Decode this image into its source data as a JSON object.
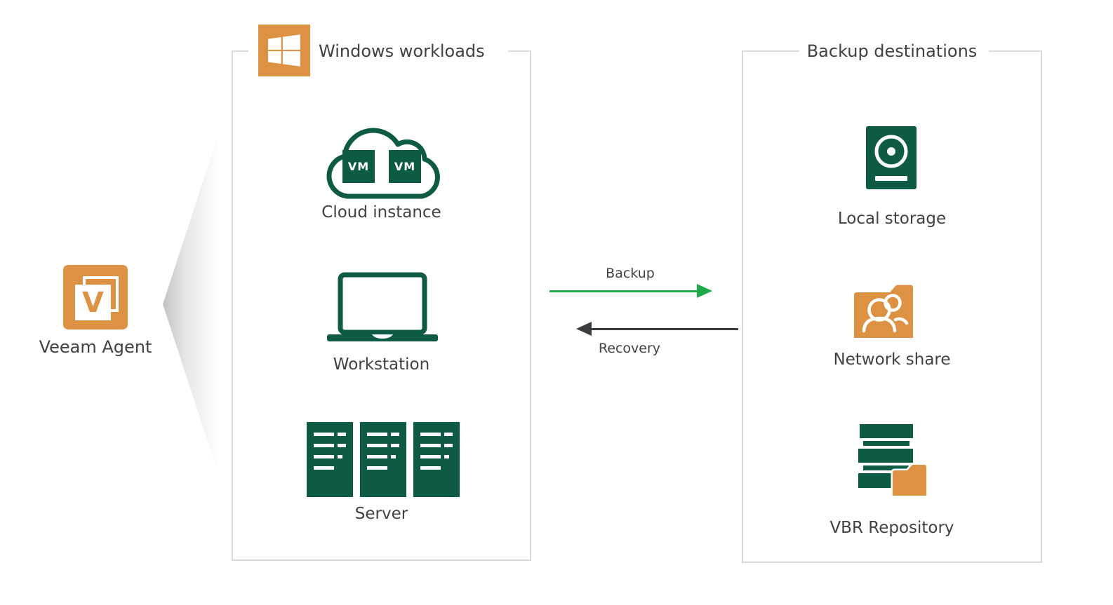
{
  "agent": {
    "label": "Veeam Agent",
    "icon_letter": "V"
  },
  "windows_workloads": {
    "title": "Windows workloads",
    "vm_badge": "VM",
    "items": [
      {
        "label": "Cloud instance",
        "icon": "cloud-vm-icon"
      },
      {
        "label": "Workstation",
        "icon": "laptop-icon"
      },
      {
        "label": "Server",
        "icon": "server-towers-icon"
      }
    ]
  },
  "flows": {
    "backup": {
      "label": "Backup",
      "direction": "right",
      "color": "#1fa94c"
    },
    "recovery": {
      "label": "Recovery",
      "direction": "left",
      "color": "#3a3d3f"
    }
  },
  "backup_destinations": {
    "title": "Backup destinations",
    "items": [
      {
        "label": "Local storage",
        "icon": "hard-drive-icon"
      },
      {
        "label": "Network share",
        "icon": "shared-folder-icon"
      },
      {
        "label": "VBR Repository",
        "icon": "repository-folder-icon"
      }
    ]
  },
  "colors": {
    "orange": "#dc9143",
    "dark_green": "#0d5a45",
    "arrow_green": "#1fa94c",
    "arrow_dark": "#3a3d3f",
    "text": "#3f4142",
    "box_border": "#d9d9d9"
  }
}
